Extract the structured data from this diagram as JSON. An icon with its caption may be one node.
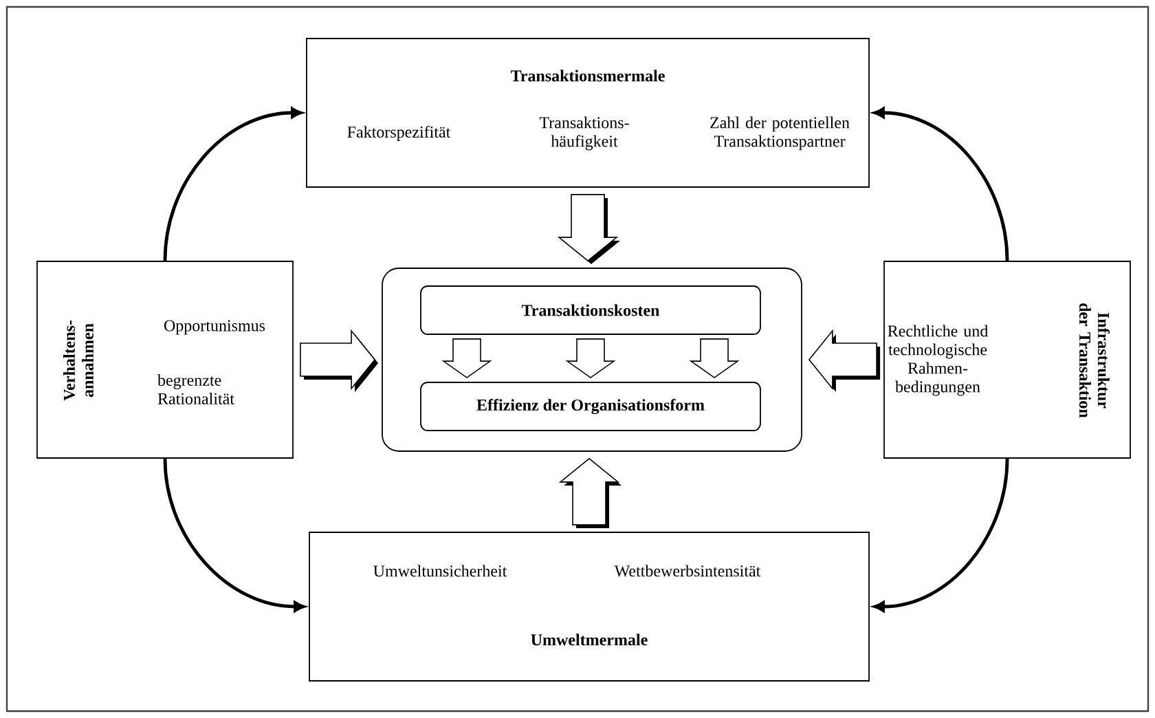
{
  "diagram": {
    "nodes": [
      {
        "text": [
          "Transaktionsmermale",
          "Faktorspezifität",
          "Transaktions- häufigkeit",
          "Zahl der potentiellen Transaktionspartner"
        ]
      },
      {
        "text": [
          "Verhaltens- annahmen",
          "Opportunismus",
          "begrenzte Rationalität"
        ]
      },
      {
        "text": [],
        "shape": "box"
      },
      {
        "text": [
          "Transaktionskosten"
        ],
        "in": 2
      },
      {
        "text": [
          "Effizienz der Organisationsform"
        ],
        "in": 2
      },
      {
        "text": [
          "Rechtliche und technologische Rahmen- bedingungen",
          "Infrastruktur der Transaktion"
        ]
      },
      {
        "text": [
          "Umweltunsicherheit",
          "Wettbewerbsintensität",
          "Umweltmermale"
        ]
      }
    ],
    "edges": [
      {
        "from": 1,
        "to": 0,
        "arrow": "to"
      },
      {
        "from": 5,
        "to": 0,
        "arrow": "to"
      },
      {
        "from": 0,
        "to": 2,
        "arrow": "to"
      },
      {
        "from": 1,
        "to": 2,
        "arrow": "to"
      },
      {
        "from": 5,
        "to": 2,
        "arrow": "to"
      },
      {
        "from": 6,
        "to": 2,
        "arrow": "to"
      },
      {
        "from": 3,
        "to": 4,
        "arrow": "to"
      },
      {
        "from": 3,
        "to": 4,
        "arrow": "to"
      },
      {
        "from": 3,
        "to": 4,
        "arrow": "to"
      },
      {
        "from": 1,
        "to": 6,
        "arrow": "to"
      },
      {
        "from": 5,
        "to": 6,
        "arrow": "to"
      }
    ]
  }
}
